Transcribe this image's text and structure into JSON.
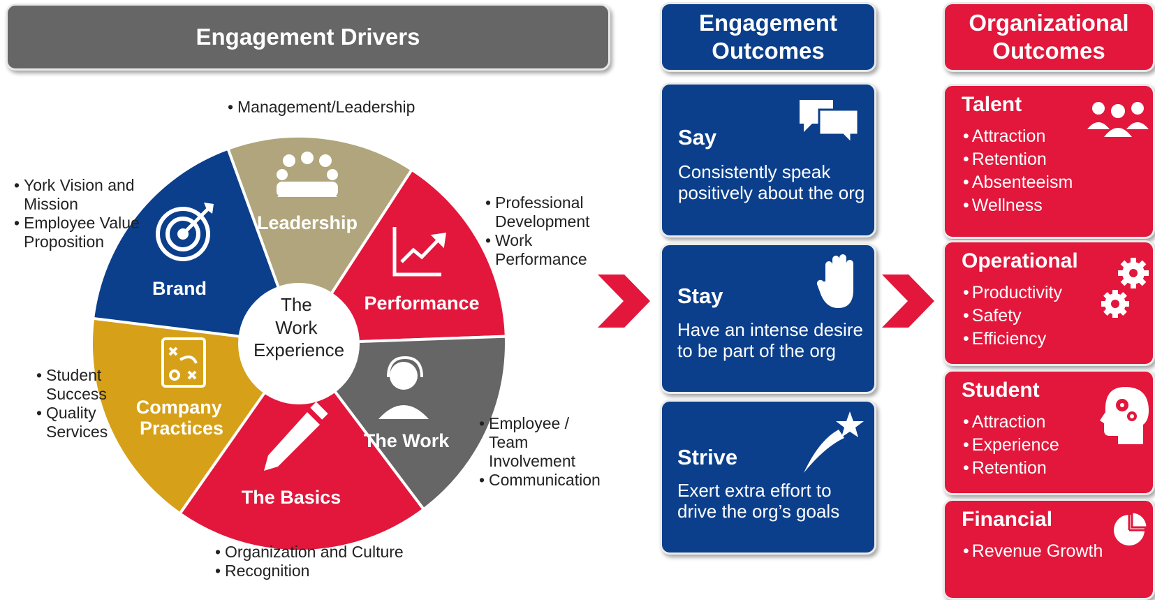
{
  "headers": {
    "drivers": "Engagement Drivers",
    "engagement_outcomes": [
      "Engagement",
      "Outcomes"
    ],
    "organizational_outcomes": [
      "Organizational",
      "Outcomes"
    ]
  },
  "wheel": {
    "center": [
      "The",
      "Work",
      "Experience"
    ],
    "segments": {
      "leadership": "Leadership",
      "performance": "Performance",
      "the_work": "The Work",
      "the_basics": "The Basics",
      "company_practices": [
        "Company",
        "Practices"
      ],
      "brand": "Brand"
    },
    "colors": {
      "navy": "#0b3f8c",
      "tan": "#b0a57c",
      "red": "#e2173b",
      "gray": "#666666",
      "gold": "#d6a118"
    }
  },
  "driver_bullets": {
    "leadership": [
      "Management/Leadership"
    ],
    "brand": [
      "York Vision and Mission",
      "Employee Value Proposition"
    ],
    "performance": [
      "Professional Development",
      "Work Performance"
    ],
    "company_practices": [
      "Student Success",
      "Quality Services"
    ],
    "the_work": [
      "Employee / Team Involvement",
      "Communication"
    ],
    "the_basics": [
      "Organization  and Culture",
      "Recognition"
    ]
  },
  "engagement_cards": [
    {
      "title": "Say",
      "desc": [
        "Consistently speak",
        "positively about the org"
      ],
      "icon": "speech-bubbles-icon"
    },
    {
      "title": "Stay",
      "desc": [
        "Have an intense desire",
        "to be part of the org"
      ],
      "icon": "hand-icon"
    },
    {
      "title": "Strive",
      "desc": [
        "Exert extra effort to",
        "drive the org’s goals"
      ],
      "icon": "shooting-star-icon"
    }
  ],
  "org_cards": [
    {
      "title": "Talent",
      "items": [
        "Attraction",
        "Retention",
        "Absenteeism",
        "Wellness"
      ],
      "icon": "people-icon"
    },
    {
      "title": "Operational",
      "items": [
        "Productivity",
        "Safety",
        "Efficiency"
      ],
      "icon": "gears-icon"
    },
    {
      "title": "Student",
      "items": [
        "Attraction",
        "Experience",
        "Retention"
      ],
      "icon": "head-gears-icon"
    },
    {
      "title": "Financial",
      "items": [
        "Revenue Growth"
      ],
      "icon": "pie-chart-icon"
    }
  ]
}
